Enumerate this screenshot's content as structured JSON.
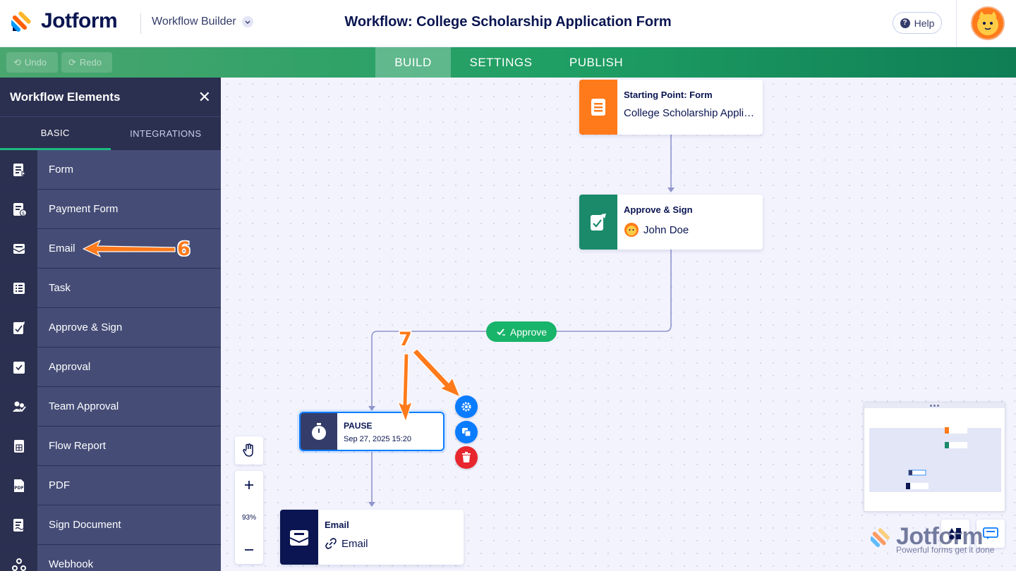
{
  "header": {
    "brand": "Jotform",
    "workflow_menu": "Workflow Builder",
    "title": "Workflow: College Scholarship Application Form",
    "help": "Help"
  },
  "toolbar": {
    "undo": "Undo",
    "redo": "Redo",
    "tabs": [
      "BUILD",
      "SETTINGS",
      "PUBLISH"
    ],
    "active_tab": "BUILD"
  },
  "sidebar": {
    "title": "Workflow Elements",
    "tabs": [
      "BASIC",
      "INTEGRATIONS"
    ],
    "active_tab": "BASIC",
    "items": [
      {
        "label": "Form",
        "icon": "form-icon"
      },
      {
        "label": "Payment Form",
        "icon": "payment-form-icon"
      },
      {
        "label": "Email",
        "icon": "email-icon"
      },
      {
        "label": "Task",
        "icon": "task-icon"
      },
      {
        "label": "Approve & Sign",
        "icon": "approve-sign-icon"
      },
      {
        "label": "Approval",
        "icon": "approval-icon"
      },
      {
        "label": "Team Approval",
        "icon": "team-approval-icon"
      },
      {
        "label": "Flow Report",
        "icon": "flow-report-icon"
      },
      {
        "label": "PDF",
        "icon": "pdf-icon"
      },
      {
        "label": "Sign Document",
        "icon": "sign-document-icon"
      },
      {
        "label": "Webhook",
        "icon": "webhook-icon"
      }
    ]
  },
  "canvas": {
    "nodes": {
      "start": {
        "type": "Starting Point: Form",
        "value": "College Scholarship Appli…",
        "color": "#ff7a1a"
      },
      "approve_sign": {
        "type": "Approve & Sign",
        "value": "John Doe",
        "color": "#1a8a6a"
      },
      "pause": {
        "type": "PAUSE",
        "value": "Sep 27, 2025 15:20",
        "color": "#343c6a"
      },
      "email": {
        "type": "Email",
        "value": "Email",
        "color": "#0a1551"
      }
    },
    "branch_label": "Approve",
    "zoom": "93%"
  },
  "annotations": {
    "step6": "6",
    "step7": "7"
  },
  "watermark": {
    "brand": "Jotform",
    "tagline": "Powerful forms get it done"
  },
  "colors": {
    "accent_green": "#1f9f64",
    "action_blue": "#0a7cff",
    "delete_red": "#e8262e",
    "annotation_orange": "#ff7a1a"
  }
}
